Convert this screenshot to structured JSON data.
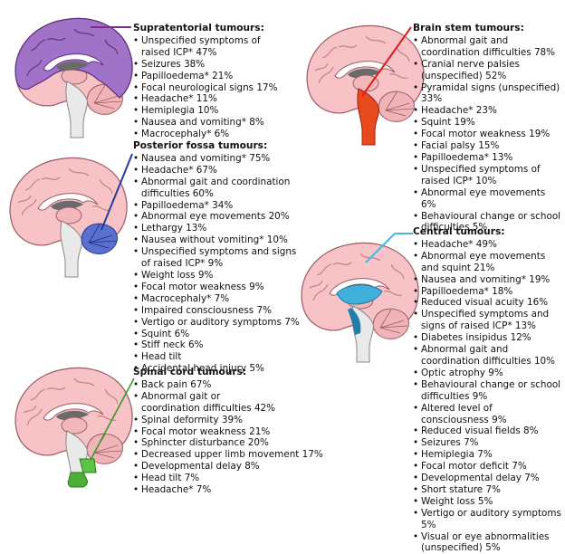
{
  "colors": {
    "supratentorial": "#7a2e8e",
    "brain_stem": "#e21b1b",
    "posterior_fossa": "#243d9a",
    "central": "#4db6dd",
    "spinal_cord": "#3a9a2a"
  },
  "sections": {
    "supratentorial": {
      "title": "Supratentorial tumours:",
      "items": [
        "Unspecified symptoms of raised ICP* 47%",
        "Seizures 38%",
        "Papilloedema* 21%",
        "Focal neurological signs 17%",
        "Headache* 11%",
        "Hemiplegia 10%",
        "Nausea and vomiting* 8%",
        "Macrocephaly* 6%"
      ]
    },
    "posterior_fossa": {
      "title": "Posterior fossa tumours:",
      "items": [
        "Nausea and vomiting* 75%",
        "Headache* 67%",
        "Abnormal gait and coordination difficulties 60%",
        "Papilloedema* 34%",
        "Abnormal eye movements 20%",
        "Lethargy 13%",
        "Nausea without vomiting* 10%",
        "Unspecified symptoms and signs of raised ICP* 9%",
        "Weight loss 9%",
        "Focal motor weakness 9%",
        "Macrocephaly* 7%",
        "Impaired consciousness 7%",
        "Vertigo or auditory symptoms 7%",
        "Squint 6%",
        "Stiff neck 6%",
        "Head tilt",
        "Accidental head injury 5%"
      ]
    },
    "spinal_cord": {
      "title": "Spinal cord tumours:",
      "items": [
        "Back pain 67%",
        "Abnormal gait or coordination difficulties 42%",
        "Spinal deformity 39%",
        "Focal motor weakness 21%",
        "Sphincter disturbance 20%",
        "Decreased upper limb movement 17%",
        "Developmental delay 8%",
        "Head tilt 7%",
        "Headache* 7%"
      ]
    },
    "brain_stem": {
      "title": "Brain stem tumours:",
      "items": [
        "Abnormal gait and coordination difficulties 78%",
        "Cranial nerve palsies (unspecified) 52%",
        "Pyramidal signs (unspecified) 33%",
        "Headache* 23%",
        "Squint 19%",
        "Focal motor weakness 19%",
        "Facial palsy 15%",
        "Papilloedema* 13%",
        "Unspecified symptoms of raised ICP* 10%",
        "Abnormal eye movements 6%",
        "Behavioural change or school difficulties 5%"
      ]
    },
    "central": {
      "title": "Central tumours:",
      "items": [
        "Headache* 49%",
        "Abnormal eye movements and squint 21%",
        "Nausea and vomiting* 19%",
        "Papilloedema* 18%",
        "Reduced visual acuity 16%",
        "Unspecified symptoms and signs of raised ICP* 13%",
        "Diabetes insipidus 12%",
        "Abnormal gait and coordination difficulties 10%",
        "Optic atrophy 9%",
        "Behavioural change or school difficulties 9%",
        "Altered level of consciousness 9%",
        "Reduced visual fields 8%",
        "Seizures 7%",
        "Hemiplegia 7%",
        "Focal motor deficit 7%",
        "Developmental delay 7%",
        "Short stature 7%",
        "Weight loss 5%",
        "Vertigo or auditory symptoms 5%",
        "Visual or eye abnormalities (unspecified) 5%"
      ]
    }
  }
}
